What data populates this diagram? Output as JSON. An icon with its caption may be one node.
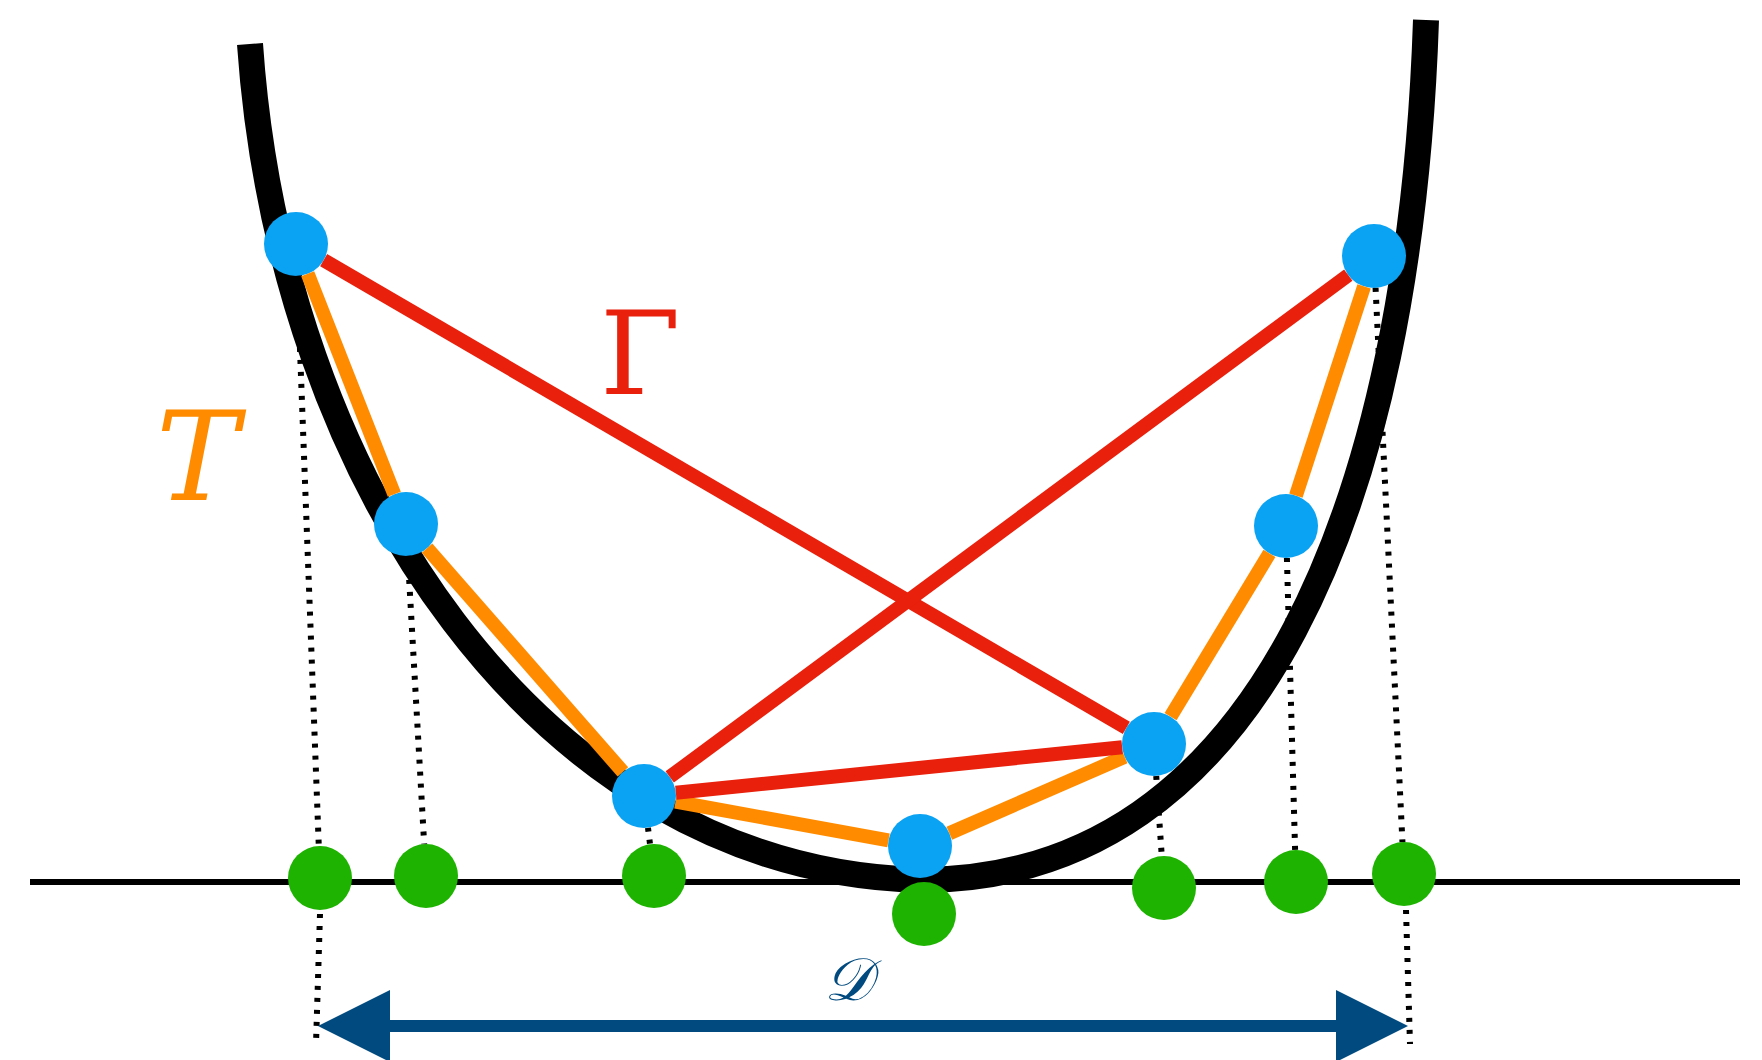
{
  "diagram": {
    "nodes": [
      {
        "text": [],
        "shape": "circle"
      },
      {
        "text": [],
        "shape": "circle"
      },
      {
        "text": [],
        "shape": "circle"
      },
      {
        "text": [],
        "shape": "circle"
      },
      {
        "text": [],
        "shape": "circle"
      },
      {
        "text": [],
        "shape": "circle"
      },
      {
        "text": [],
        "shape": "circle"
      },
      {
        "text": [],
        "shape": "circle"
      },
      {
        "text": [],
        "shape": "circle"
      },
      {
        "text": [],
        "shape": "circle"
      },
      {
        "text": [],
        "shape": "circle"
      },
      {
        "text": [],
        "shape": "circle"
      },
      {
        "text": [],
        "shape": "circle"
      },
      {
        "text": [],
        "shape": "circle"
      }
    ],
    "edges": [
      {
        "from": 0,
        "to": 1,
        "arrow": "none",
        "color": "#ff8c00"
      },
      {
        "from": 1,
        "to": 2,
        "arrow": "none",
        "color": "#ff8c00"
      },
      {
        "from": 2,
        "to": 3,
        "arrow": "none",
        "color": "#ff8c00"
      },
      {
        "from": 3,
        "to": 4,
        "arrow": "none",
        "color": "#ff8c00"
      },
      {
        "from": 4,
        "to": 5,
        "arrow": "none",
        "color": "#ff8c00"
      },
      {
        "from": 5,
        "to": 6,
        "arrow": "none",
        "color": "#ff8c00"
      },
      {
        "from": 0,
        "to": 4,
        "arrow": "none",
        "color": "#e8200c"
      },
      {
        "from": 4,
        "to": 2,
        "arrow": "none",
        "color": "#e8200c"
      },
      {
        "from": 2,
        "to": 6,
        "arrow": "none",
        "color": "#e8200c"
      },
      {
        "from": 0,
        "to": 7,
        "arrow": "none",
        "style": "dashed",
        "color": "#000000"
      },
      {
        "from": 1,
        "to": 8,
        "arrow": "none",
        "style": "dashed",
        "color": "#000000"
      },
      {
        "from": 2,
        "to": 9,
        "arrow": "none",
        "style": "dashed",
        "color": "#000000"
      },
      {
        "from": 4,
        "to": 11,
        "arrow": "none",
        "style": "dashed",
        "color": "#000000"
      },
      {
        "from": 5,
        "to": 12,
        "arrow": "none",
        "style": "dashed",
        "color": "#000000"
      },
      {
        "from": 6,
        "to": 13,
        "arrow": "none",
        "style": "dashed",
        "color": "#000000"
      }
    ],
    "labels": [
      "T",
      "Γ",
      "𝒟"
    ]
  }
}
